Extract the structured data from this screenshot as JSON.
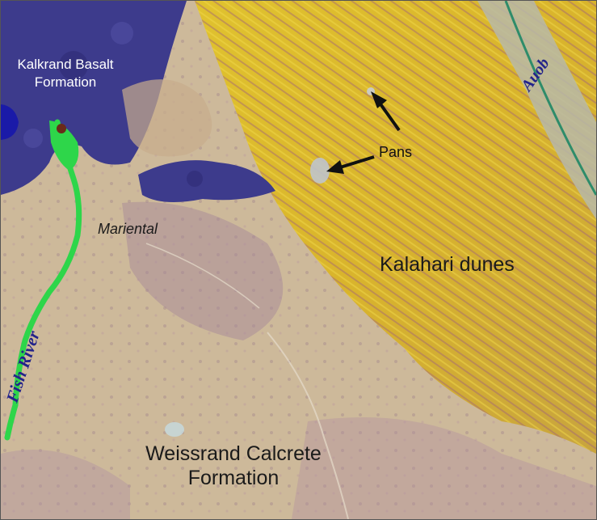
{
  "labels": {
    "kalkrand": "Kalkrand Basalt\nFormation",
    "mariental": "Mariental",
    "pans": "Pans",
    "kalahari": "Kalahari dunes",
    "weissrand": "Weissrand Calcrete\nFormation",
    "fish_river": "Fish River",
    "auob": "Auob"
  },
  "colors": {
    "basalt": "#3d3b8c",
    "dunes": "#d9b42c",
    "calcrete": "#cdb99a",
    "vegetation": "#2ed64a",
    "river_label": "#23238a"
  }
}
